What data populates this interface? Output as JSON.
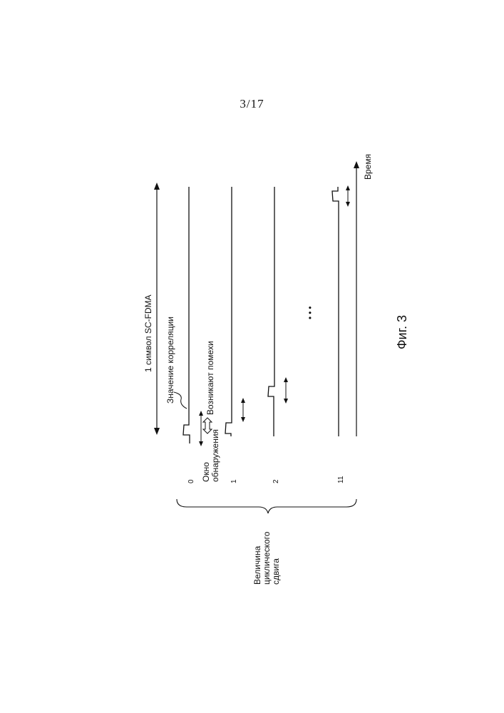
{
  "page": {
    "number": "3/17"
  },
  "figure": {
    "caption": "Фиг. 3",
    "labels": {
      "symbol": "1 символ SC-FDMA",
      "correlation_value": "Значение корреляции",
      "interference": "Возникают помехи",
      "detection_window_line1": "Окно",
      "detection_window_line2": "обнаружения",
      "time": "Время",
      "cyclic_shift_line1": "Величина",
      "cyclic_shift_line2": "циклического",
      "cyclic_shift_line3": "сдвига",
      "ellipsis": "•••"
    },
    "shift_indices": [
      "0",
      "1",
      "2",
      "11"
    ]
  }
}
